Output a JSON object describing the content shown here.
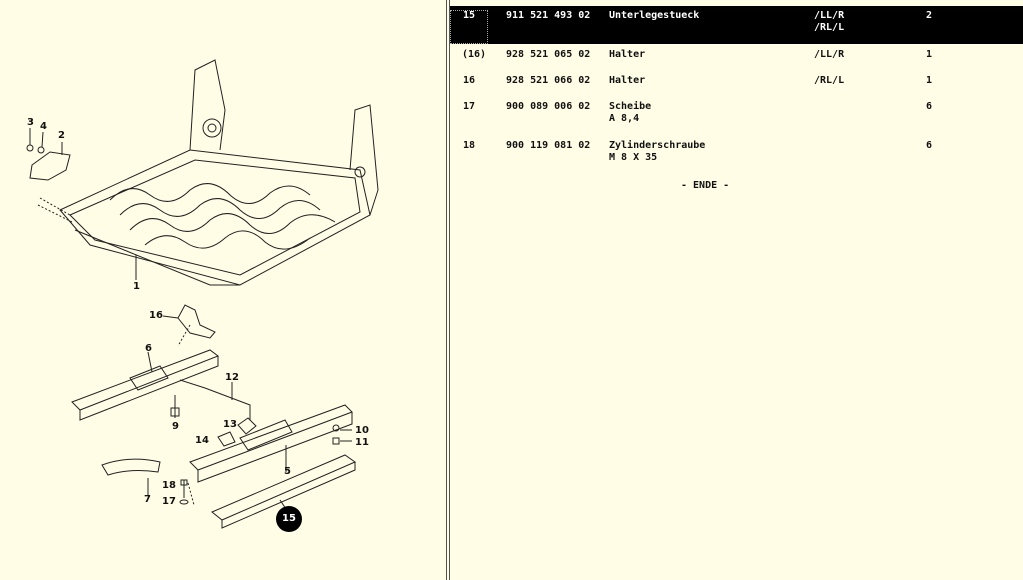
{
  "diagram": {
    "callouts": [
      {
        "label": "3"
      },
      {
        "label": "4"
      },
      {
        "label": "2"
      },
      {
        "label": "1"
      },
      {
        "label": "16"
      },
      {
        "label": "6"
      },
      {
        "label": "12"
      },
      {
        "label": "9"
      },
      {
        "label": "13"
      },
      {
        "label": "14"
      },
      {
        "label": "10"
      },
      {
        "label": "11"
      },
      {
        "label": "5"
      },
      {
        "label": "7"
      },
      {
        "label": "18"
      },
      {
        "label": "17"
      },
      {
        "label": "15"
      }
    ]
  },
  "parts": {
    "rows": [
      {
        "pos": "15",
        "part": "911 521 493 02",
        "desc": [
          "Unterlegestueck"
        ],
        "model": [
          "/LL/R",
          "/RL/L"
        ],
        "qty": "2"
      },
      {
        "pos": "(16)",
        "part": "928 521 065 02",
        "desc": [
          "Halter"
        ],
        "model": [
          "/LL/R"
        ],
        "qty": "1"
      },
      {
        "pos": "16",
        "part": "928 521 066 02",
        "desc": [
          "Halter"
        ],
        "model": [
          "/RL/L"
        ],
        "qty": "1"
      },
      {
        "pos": "17",
        "part": "900 089 006 02",
        "desc": [
          "Scheibe",
          "A 8,4"
        ],
        "model": [
          ""
        ],
        "qty": "6"
      },
      {
        "pos": "18",
        "part": "900 119 081 02",
        "desc": [
          "Zylinderschraube",
          "M 8 X 35"
        ],
        "model": [
          ""
        ],
        "qty": "6"
      }
    ],
    "end_marker": "- ENDE -"
  }
}
